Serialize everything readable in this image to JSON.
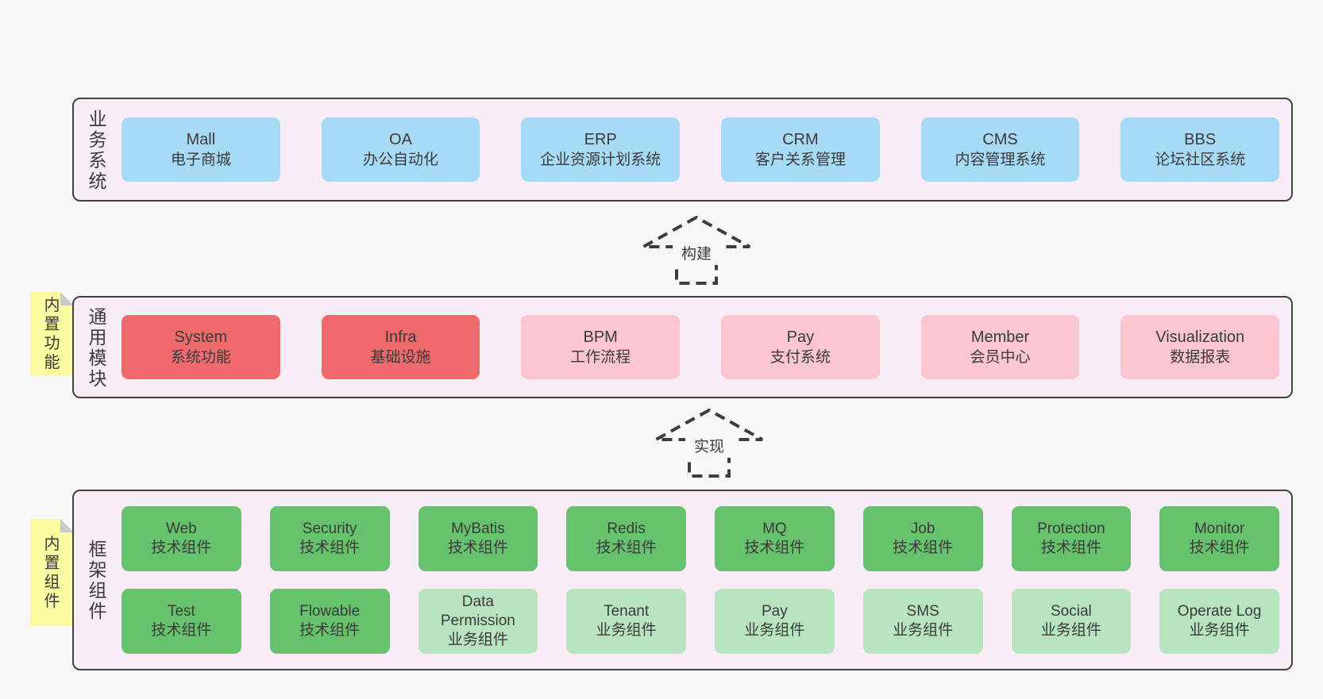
{
  "colors": {
    "page_bg": "#f8f8f8",
    "layer_bg": "#f8edf6",
    "layer_border": "#424242",
    "blue_box": "#a7daf4",
    "red_box": "#ef6a6d",
    "pink_box": "#fbc6d0",
    "green_box": "#67c26d",
    "light_green_box": "#b8e4bf",
    "sticky_yellow": "#fafaa1",
    "sticky_fold": "#c9c9c9",
    "text": "#3b3b3b"
  },
  "layers": [
    {
      "label": "业务系统",
      "boxes": [
        {
          "name": "Mall",
          "desc": "电子商城"
        },
        {
          "name": "OA",
          "desc": "办公自动化"
        },
        {
          "name": "ERP",
          "desc": "企业资源计划系统"
        },
        {
          "name": "CRM",
          "desc": "客户关系管理"
        },
        {
          "name": "CMS",
          "desc": "内容管理系统"
        },
        {
          "name": "BBS",
          "desc": "论坛社区系统"
        }
      ]
    },
    {
      "label": "通用模块",
      "sticky": "内置功能",
      "boxes": [
        {
          "name": "System",
          "desc": "系统功能"
        },
        {
          "name": "Infra",
          "desc": "基础设施"
        },
        {
          "name": "BPM",
          "desc": "工作流程"
        },
        {
          "name": "Pay",
          "desc": "支付系统"
        },
        {
          "name": "Member",
          "desc": "会员中心"
        },
        {
          "name": "Visualization",
          "desc": "数据报表"
        }
      ]
    },
    {
      "label": "框架组件",
      "sticky": "内置组件",
      "boxes": [
        {
          "name": "Web",
          "desc": "技术组件"
        },
        {
          "name": "Security",
          "desc": "技术组件"
        },
        {
          "name": "MyBatis",
          "desc": "技术组件"
        },
        {
          "name": "Redis",
          "desc": "技术组件"
        },
        {
          "name": "MQ",
          "desc": "技术组件"
        },
        {
          "name": "Job",
          "desc": "技术组件"
        },
        {
          "name": "Protection",
          "desc": "技术组件"
        },
        {
          "name": "Monitor",
          "desc": "技术组件"
        },
        {
          "name": "Test",
          "desc": "技术组件"
        },
        {
          "name": "Flowable",
          "desc": "技术组件"
        },
        {
          "name": "Data Permission",
          "desc": "业务组件"
        },
        {
          "name": "Tenant",
          "desc": "业务组件"
        },
        {
          "name": "Pay",
          "desc": "业务组件"
        },
        {
          "name": "SMS",
          "desc": "业务组件"
        },
        {
          "name": "Social",
          "desc": "业务组件"
        },
        {
          "name": "Operate Log",
          "desc": "业务组件"
        }
      ]
    }
  ],
  "arrows": [
    {
      "label": "构建"
    },
    {
      "label": "实现"
    }
  ]
}
